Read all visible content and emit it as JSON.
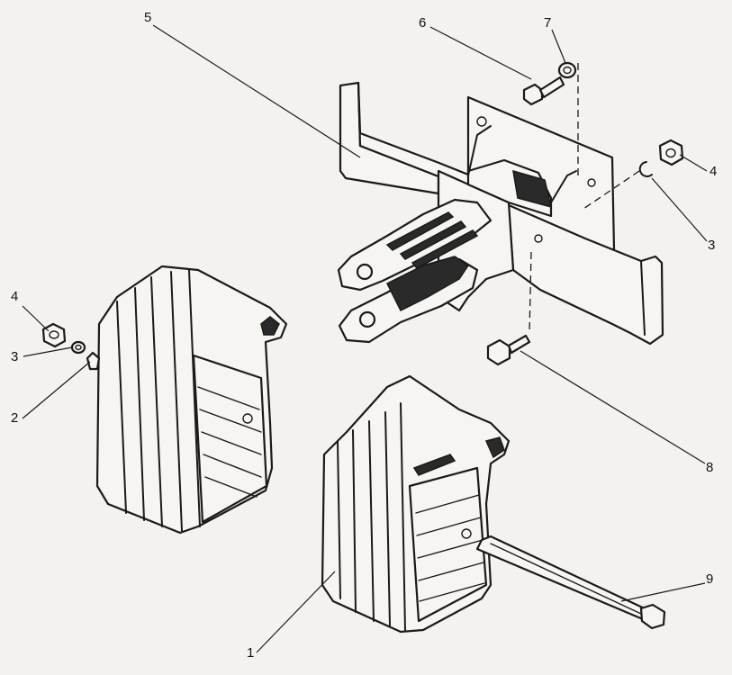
{
  "callouts": [
    {
      "id": "c5",
      "text": "5"
    },
    {
      "id": "c6",
      "text": "6"
    },
    {
      "id": "c7",
      "text": "7"
    },
    {
      "id": "c4r",
      "text": "4"
    },
    {
      "id": "c3r",
      "text": "3"
    },
    {
      "id": "c4l",
      "text": "4"
    },
    {
      "id": "c3l",
      "text": "3"
    },
    {
      "id": "c2",
      "text": "2"
    },
    {
      "id": "c8",
      "text": "8"
    },
    {
      "id": "c9",
      "text": "9"
    },
    {
      "id": "c1",
      "text": "1"
    }
  ]
}
